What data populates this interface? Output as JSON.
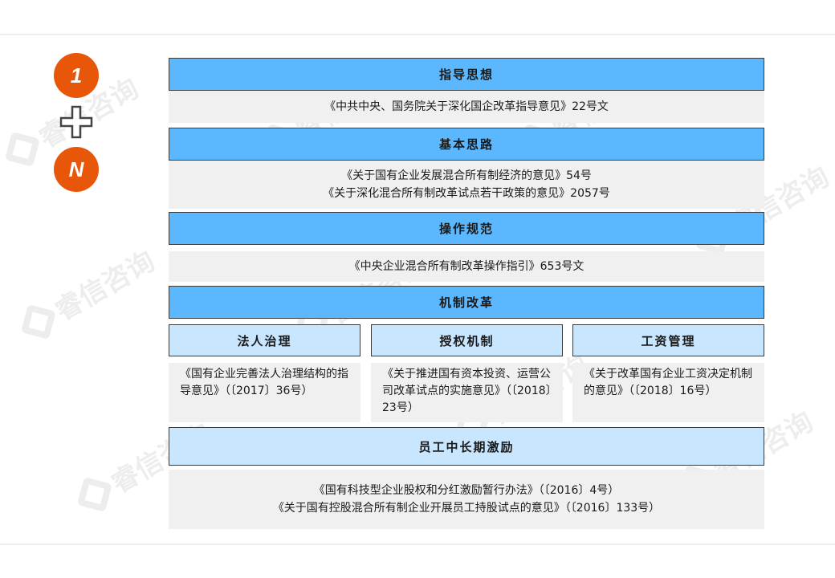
{
  "badges": {
    "top_label": "1",
    "bottom_label": "N"
  },
  "watermark": "睿信咨询",
  "sections": {
    "guiding": {
      "title": "指导思想",
      "lines": [
        "《中共中央、国务院关于深化国企改革指导意见》22号文"
      ]
    },
    "basic": {
      "title": "基本思路",
      "lines": [
        "《关于国有企业发展混合所有制经济的意见》54号",
        "《关于深化混合所有制改革试点若干政策的意见》2057号"
      ]
    },
    "operation": {
      "title": "操作规范",
      "lines": [
        "《中央企业混合所有制改革操作指引》653号文"
      ]
    },
    "mechanism": {
      "title": "机制改革",
      "columns": [
        {
          "title": "法人治理",
          "text": "《国有企业完善法人治理结构的指导意见》（〔2017〕36号）"
        },
        {
          "title": "授权机制",
          "text": "《关于推进国有资本投资、运营公司改革试点的实施意见》（〔2018〕23号）"
        },
        {
          "title": "工资管理",
          "text": "《关于改革国有企业工资决定机制的意见》（〔2018〕16号）"
        }
      ]
    },
    "incentive": {
      "title": "员工中长期激励",
      "lines": [
        "《国有科技型企业股权和分红激励暂行办法》（〔2016〕4号）",
        "《关于国有控股混合所有制企业开展员工持股试点的意见》（〔2016〕133号）"
      ]
    }
  },
  "colors": {
    "accent_orange": "#e8560a",
    "band_blue": "#5bb8ff",
    "band_light_blue": "#c9e6ff",
    "text_bg_gray": "#f0f0f0"
  }
}
